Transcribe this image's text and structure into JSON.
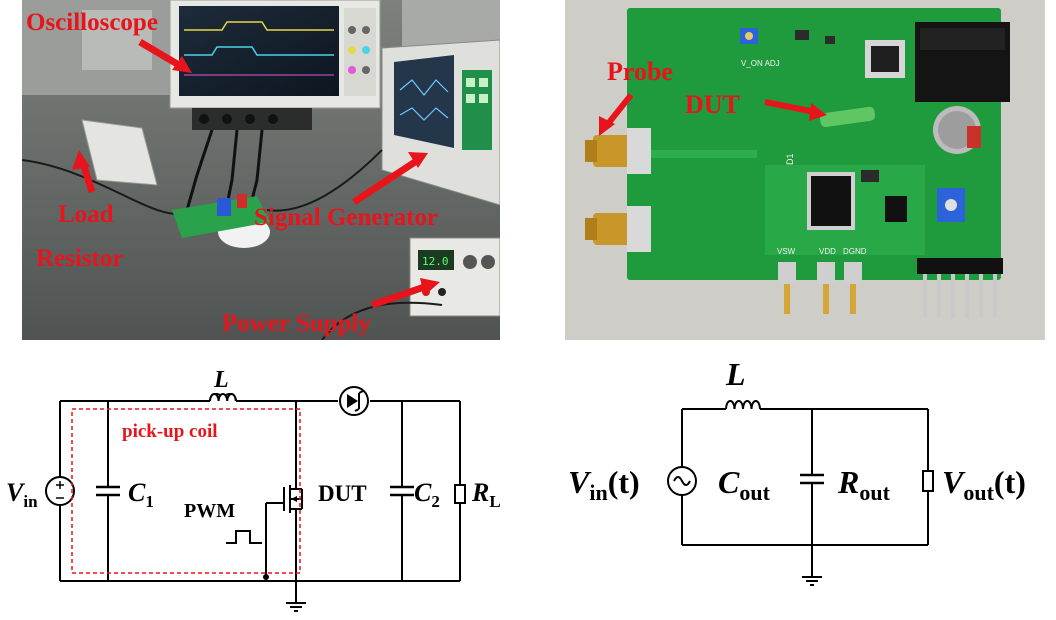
{
  "bench_photo": {
    "labels": {
      "oscilloscope": "Oscilloscope",
      "load_line1": "Load",
      "load_line2": "Resistor",
      "signal_generator": "Signal Generator",
      "power_supply": "Power Supply"
    },
    "colors": {
      "label": "#e8141b",
      "table": "#5f6562",
      "instrument": "#e9e9e6"
    }
  },
  "pcb_photo": {
    "labels": {
      "probe": "Probe",
      "dut": "DUT"
    },
    "silkscreen": {
      "vsw": "VSW",
      "vdd": "VDD",
      "dgnd": "DGND",
      "v_on_adj": "V_ON  ADJ",
      "d1": "D1"
    },
    "colors": {
      "board": "#1f9a3c",
      "background": "#c9c7c1"
    }
  },
  "circuit_left": {
    "inductor": "L",
    "coil_label": "pick-up coil",
    "vin_main": "V",
    "vin_sub": "in",
    "c1_main": "C",
    "c1_sub": "1",
    "pwm": "PWM",
    "dut": "DUT",
    "c2_main": "C",
    "c2_sub": "2",
    "rl_main": "R",
    "rl_sub": "L",
    "colors": {
      "coil_border": "#e8141b"
    }
  },
  "circuit_right": {
    "inductor": "L",
    "vin_main": "V",
    "vin_sub": "in",
    "vin_arg": "(t)",
    "cout_main": "C",
    "cout_sub": "out",
    "rout_main": "R",
    "rout_sub": "out",
    "vout_main": "V",
    "vout_sub": "out",
    "vout_arg": "(t)"
  }
}
